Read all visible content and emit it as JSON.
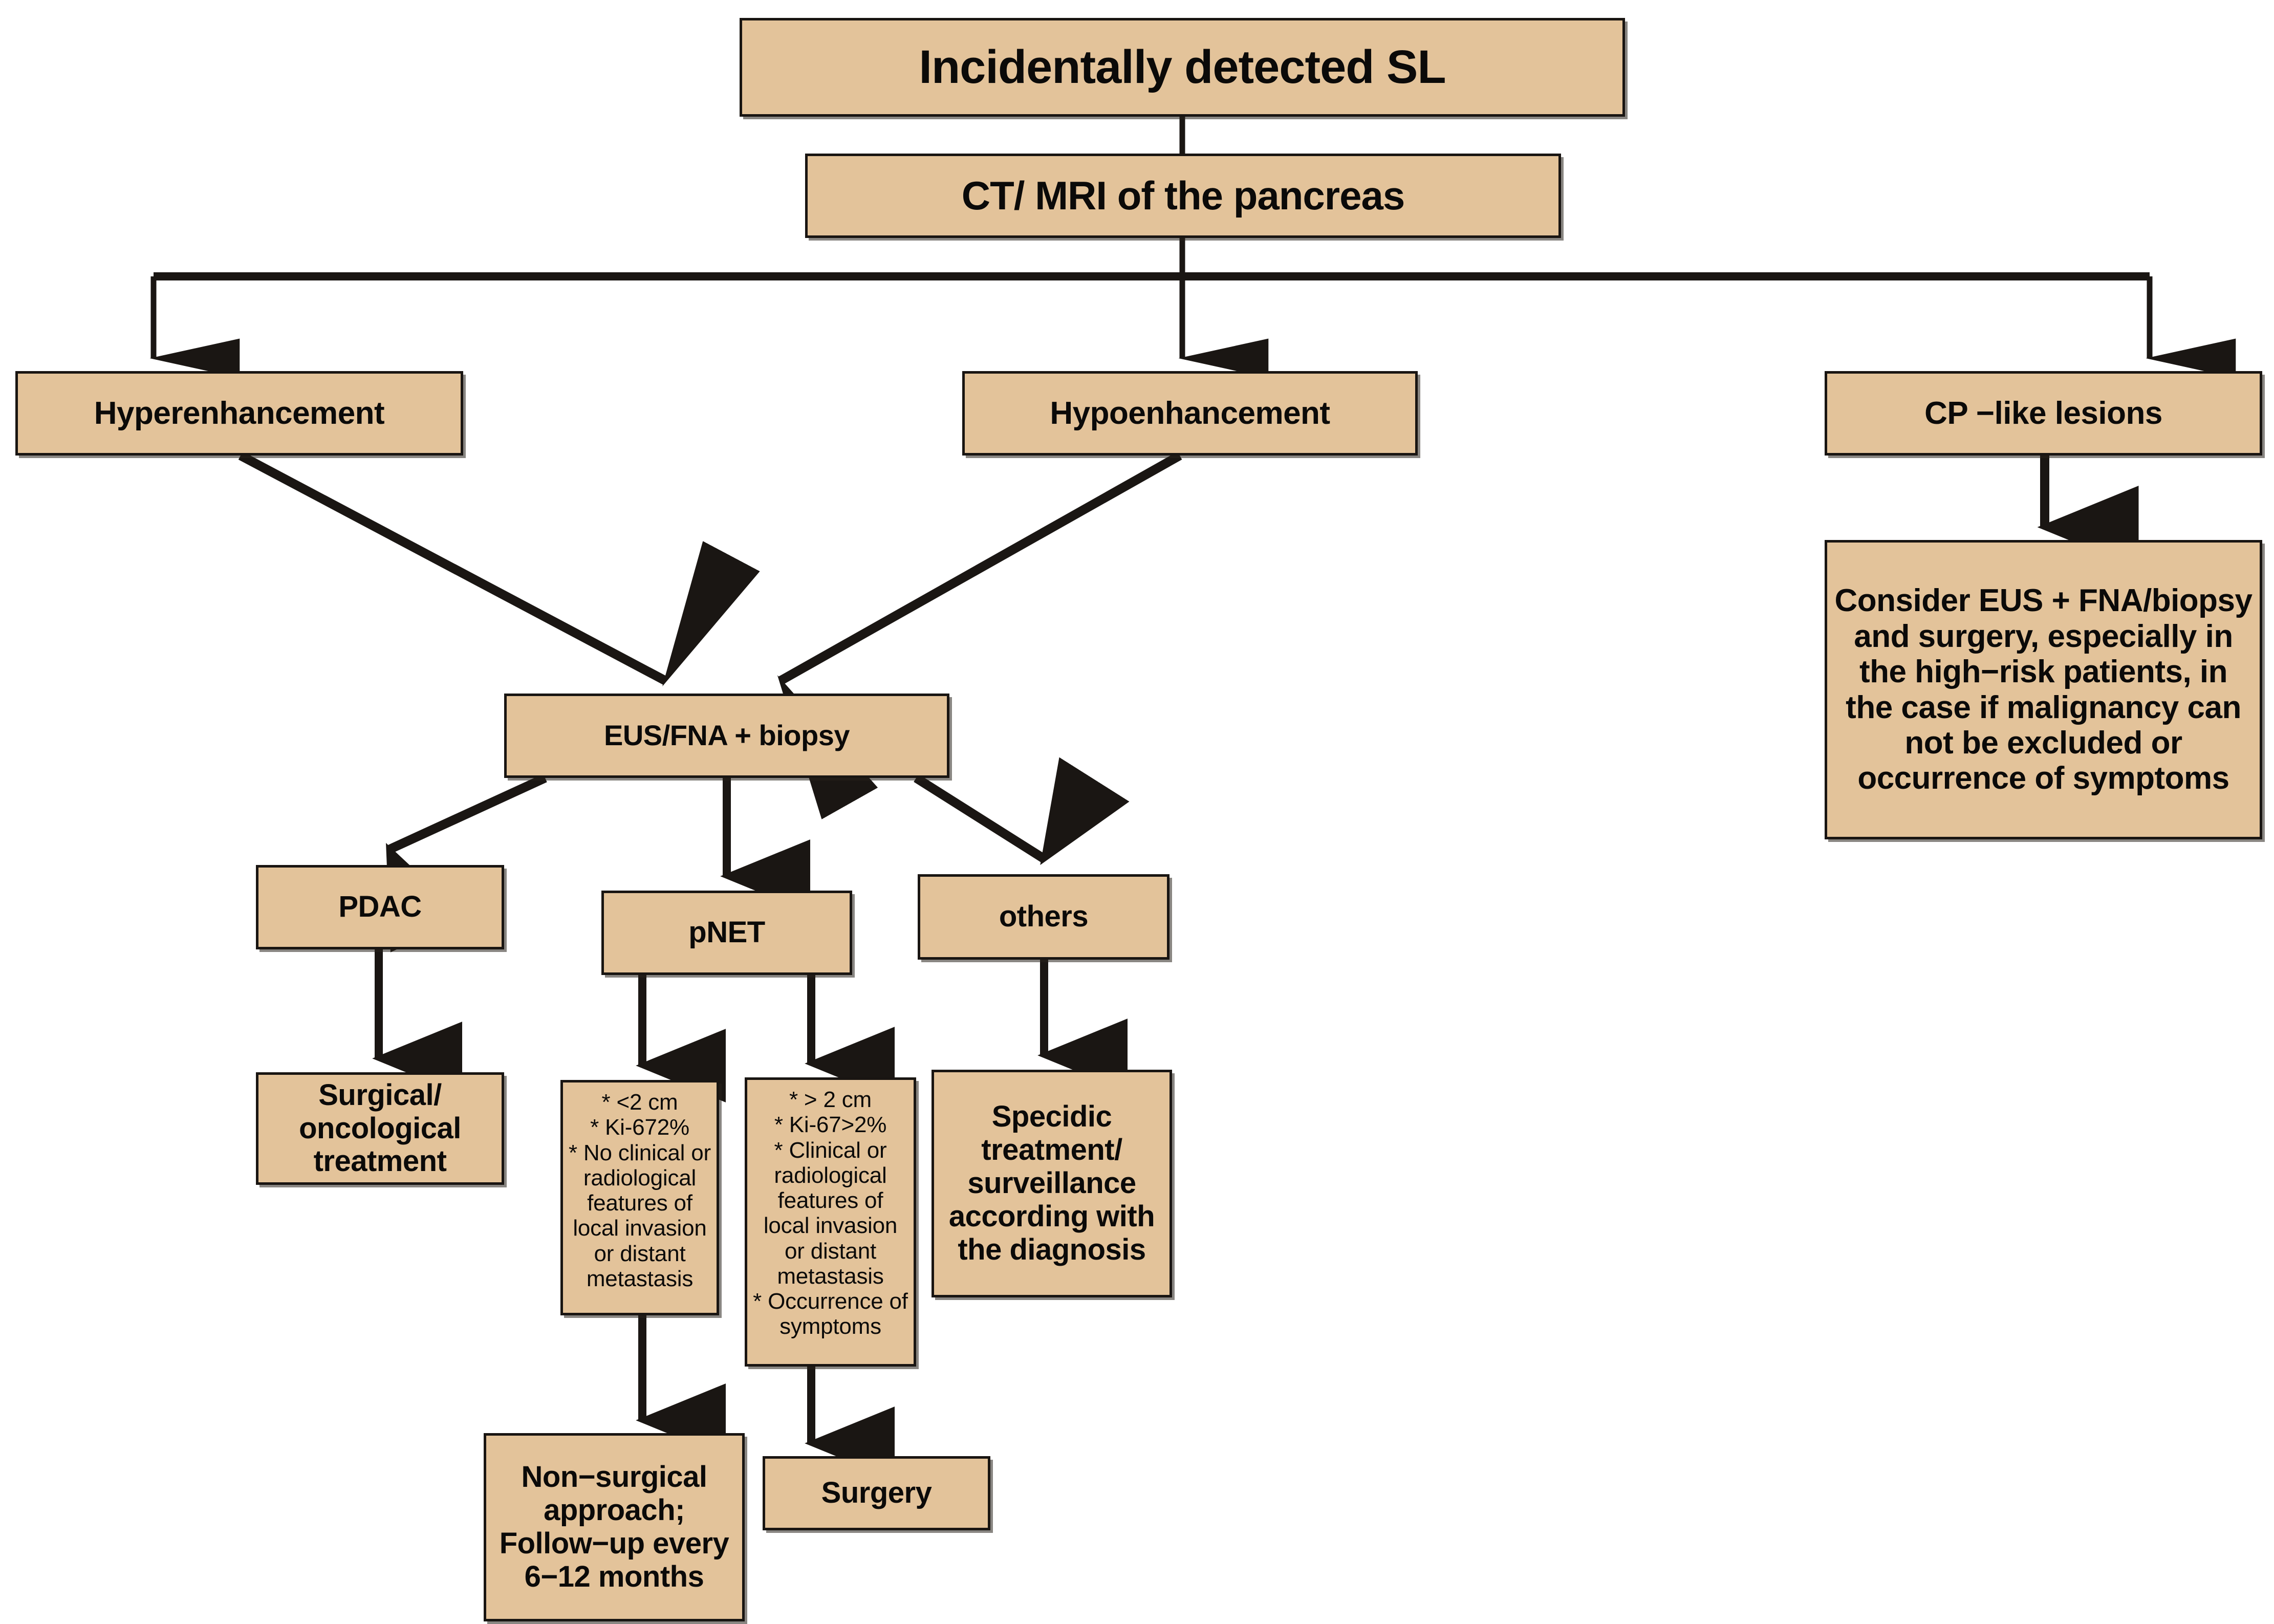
{
  "figure": {
    "kind": "clinical-decision-flowchart",
    "topic": "Management of incidentally detected solid pancreatic lesions",
    "box_fill": "#e3c39a",
    "box_border": "#191512",
    "arrow_color": "#1a1613",
    "background": "#ffffff"
  },
  "nodes": {
    "root": {
      "label": "Incidentally detected SL"
    },
    "imaging": {
      "label": "CT/ MRI of the pancreas"
    },
    "hyper": {
      "label": "Hyperenhancement"
    },
    "hypo": {
      "label": "Hypoenhancement"
    },
    "cp_like": {
      "label": "CP −like lesions"
    },
    "cp_action": {
      "label": "Consider EUS + FNA/biopsy and surgery, especially in the high−risk patients, in the case if malignancy can not be excluded or occurrence of symptoms"
    },
    "eus": {
      "label": "EUS/FNA + biopsy"
    },
    "pdac": {
      "label": "PDAC"
    },
    "pdac_tx": {
      "label": "Surgical/ oncological treatment"
    },
    "pnet": {
      "label": "pNET"
    },
    "others": {
      "label": "others"
    },
    "others_tx": {
      "label": "Specidic treatment/ surveillance according with the diagnosis"
    },
    "criteria_low": {
      "lines": [
        "*  <2 cm",
        "* Ki-67⁦2%",
        "* No clinical or",
        "radiological",
        "features of",
        "local invasion",
        "or distant",
        "metastasis"
      ]
    },
    "criteria_high": {
      "lines": [
        "*  > 2 cm",
        "* Ki-67>2%",
        "* Clinical or",
        "radiological",
        "features of",
        "local invasion",
        "or distant",
        "metastasis",
        "* Occurrence of",
        "symptoms"
      ]
    },
    "nonsurgical": {
      "label": "Non−surgical approach; Follow−up every 6−12 months"
    },
    "surgery": {
      "label": "Surgery"
    }
  },
  "edges": [
    {
      "from": "root",
      "to": "imaging",
      "type": "straight"
    },
    {
      "from": "imaging",
      "to": "hyper",
      "type": "bus"
    },
    {
      "from": "imaging",
      "to": "hypo",
      "type": "bus"
    },
    {
      "from": "imaging",
      "to": "cp_like",
      "type": "bus"
    },
    {
      "from": "cp_like",
      "to": "cp_action",
      "type": "straight"
    },
    {
      "from": "hyper",
      "to": "eus",
      "type": "diagonal"
    },
    {
      "from": "hypo",
      "to": "eus",
      "type": "diagonal"
    },
    {
      "from": "eus",
      "to": "pdac",
      "type": "diagonal"
    },
    {
      "from": "eus",
      "to": "pnet",
      "type": "straight"
    },
    {
      "from": "eus",
      "to": "others",
      "type": "diagonal"
    },
    {
      "from": "pdac",
      "to": "pdac_tx",
      "type": "straight"
    },
    {
      "from": "pnet",
      "to": "criteria_low",
      "type": "straight"
    },
    {
      "from": "pnet",
      "to": "criteria_high",
      "type": "straight"
    },
    {
      "from": "others",
      "to": "others_tx",
      "type": "straight"
    },
    {
      "from": "criteria_low",
      "to": "nonsurgical",
      "type": "straight"
    },
    {
      "from": "criteria_high",
      "to": "surgery",
      "type": "straight"
    }
  ]
}
